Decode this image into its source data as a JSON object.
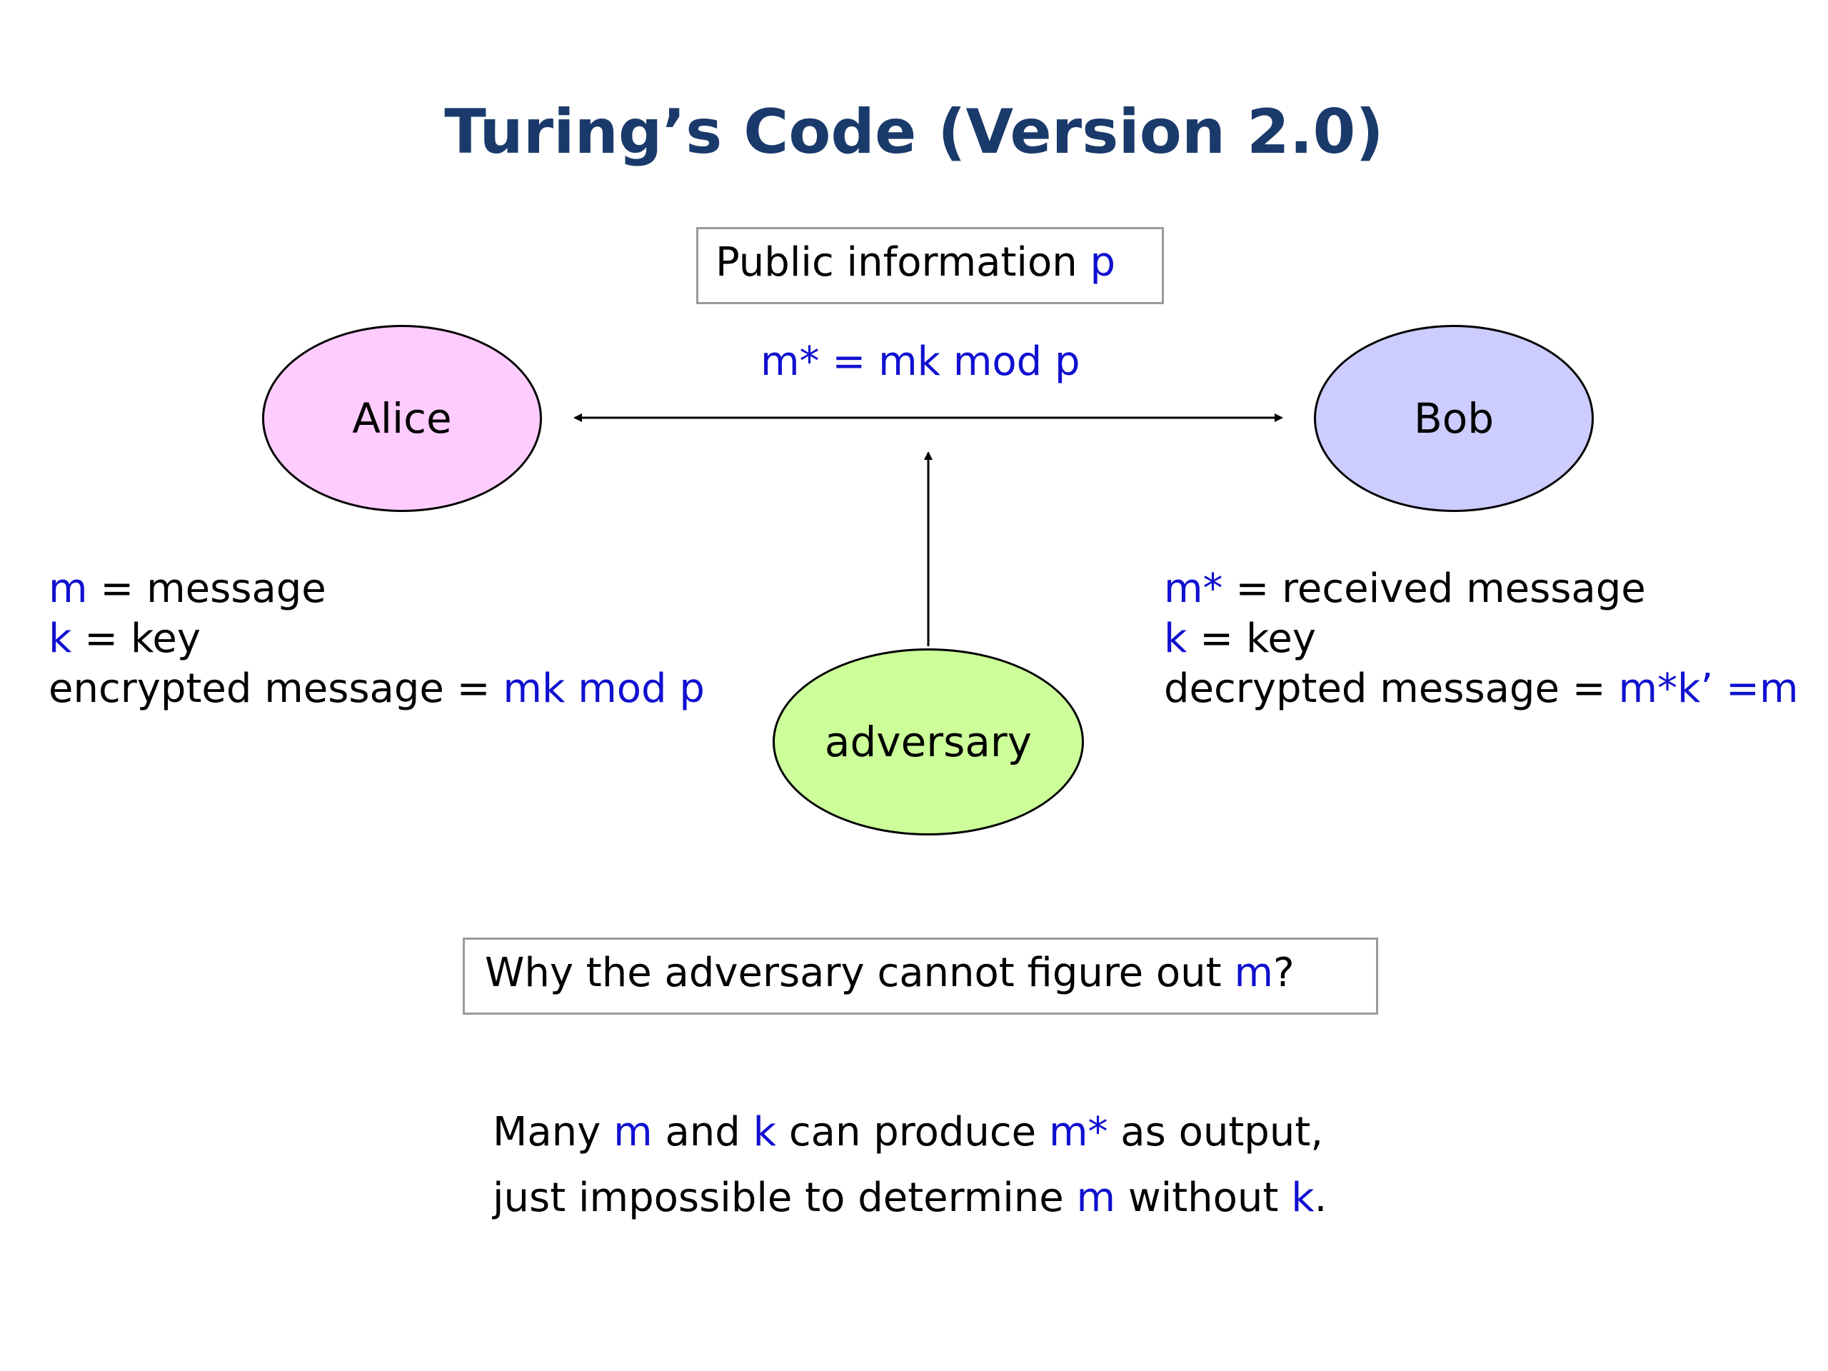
{
  "title": "Turing’s Code (Version 2.0)",
  "colors": {
    "highlight": "#1010d0",
    "title": "#1a3a6b",
    "alice": "#ffccff",
    "bob": "#ccccff",
    "adversary": "#ccff99"
  },
  "public_box": {
    "text": "Public information ",
    "var": "p"
  },
  "channel_label": "m* = mk mod p",
  "nodes": {
    "alice": "Alice",
    "bob": "Bob",
    "adversary": "adversary"
  },
  "alice_notes": {
    "line1_var": "m",
    "line1_text": " = message",
    "line2_var": "k",
    "line2_text": " = key",
    "line3_text": "encrypted message = ",
    "line3_expr": "mk mod p"
  },
  "bob_notes": {
    "line1_var": "m*",
    "line1_text": " = received message",
    "line2_var": "k",
    "line2_text": " = key",
    "line3_text": "decrypted message = ",
    "line3_expr": "m*k’ =m"
  },
  "question_box": {
    "text": "Why the adversary cannot figure out ",
    "var": "m",
    "end": "?"
  },
  "answer": {
    "l1_a": "Many ",
    "l1_m": "m",
    "l1_b": " and ",
    "l1_k": "k",
    "l1_c": " can produce ",
    "l1_mstar": "m*",
    "l1_d": " as output,",
    "l2_a": "just impossible to determine ",
    "l2_m": "m",
    "l2_b": " without ",
    "l2_k": "k",
    "l2_c": "."
  }
}
